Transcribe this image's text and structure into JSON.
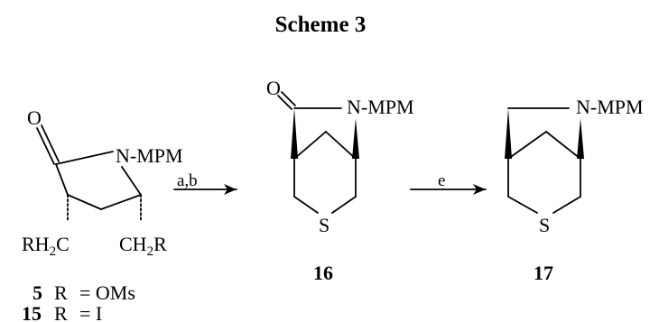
{
  "scheme_title": "Scheme 3",
  "compound_left": {
    "carbonyl_o": "O",
    "nitrogen_group": "N-MPM",
    "substituent_left_main": "RH",
    "substituent_left_sub": "2",
    "substituent_left_tail": "C",
    "substituent_right_main": "CH",
    "substituent_right_sub": "2",
    "substituent_right_tail": "R"
  },
  "arrow_1": {
    "reagents": "a,b"
  },
  "compound_16": {
    "carbonyl_o": "O",
    "nitrogen_group": "N-MPM",
    "sulfur": "S",
    "number": "16"
  },
  "arrow_2": {
    "reagents": "e"
  },
  "compound_17": {
    "nitrogen_group": "N-MPM",
    "sulfur": "S",
    "number": "17"
  },
  "legend": [
    {
      "number": "5",
      "r_label": "R",
      "r_value": "= OMs"
    },
    {
      "number": "15",
      "r_label": "R",
      "r_value": "= I"
    }
  ]
}
